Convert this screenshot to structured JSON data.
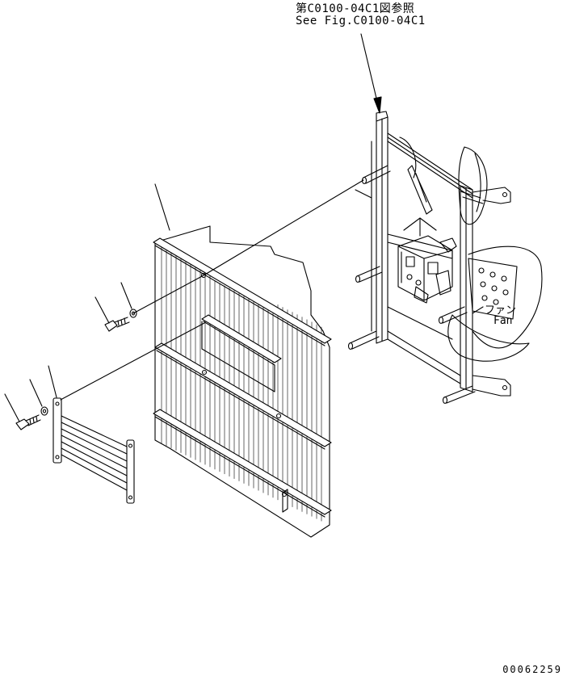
{
  "labels": {
    "reference_jp": "第C0100-04C1図参照",
    "reference_en": "See Fig.C0100-04C1",
    "fan_jp": "ファン",
    "fan_en": "Fan",
    "document_number": "00062259"
  },
  "parts": [
    {
      "id": "radiator-core",
      "kind": "radiator-core"
    },
    {
      "id": "radiator-mount-frame",
      "kind": "frame"
    },
    {
      "id": "fan",
      "kind": "fan"
    },
    {
      "id": "fan-motor",
      "kind": "hydraulic-motor"
    },
    {
      "id": "upper-bolt",
      "kind": "bolt"
    },
    {
      "id": "upper-washer",
      "kind": "washer"
    },
    {
      "id": "lower-bolt",
      "kind": "bolt"
    },
    {
      "id": "lower-washer",
      "kind": "washer"
    },
    {
      "id": "small-grille",
      "kind": "screen"
    }
  ],
  "colors": {
    "ink": "#000000",
    "paper": "#ffffff"
  }
}
